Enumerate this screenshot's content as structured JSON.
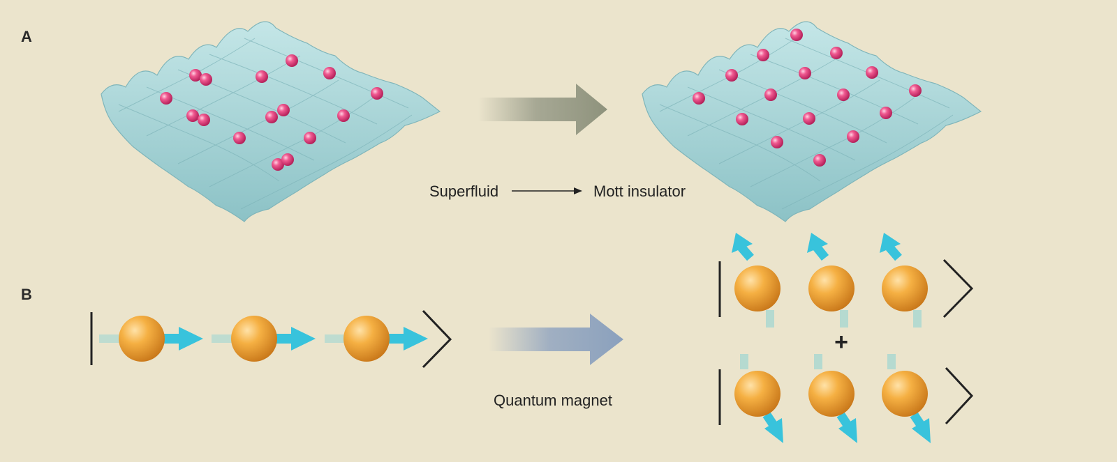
{
  "panel_a": {
    "label": "A",
    "from_label": "Superfluid",
    "to_label": "Mott insulator"
  },
  "panel_b": {
    "label": "B",
    "caption": "Quantum magnet",
    "plus_sign": "+"
  },
  "colors": {
    "background": "#ebe4cc",
    "lattice": "#a9d6d8",
    "atom": "#e0407a",
    "spin_sphere": "#f0a93a",
    "spin_arrow": "#38c3dc",
    "arrow_a": "#9a9d8a",
    "arrow_b": "#93a6c0"
  }
}
